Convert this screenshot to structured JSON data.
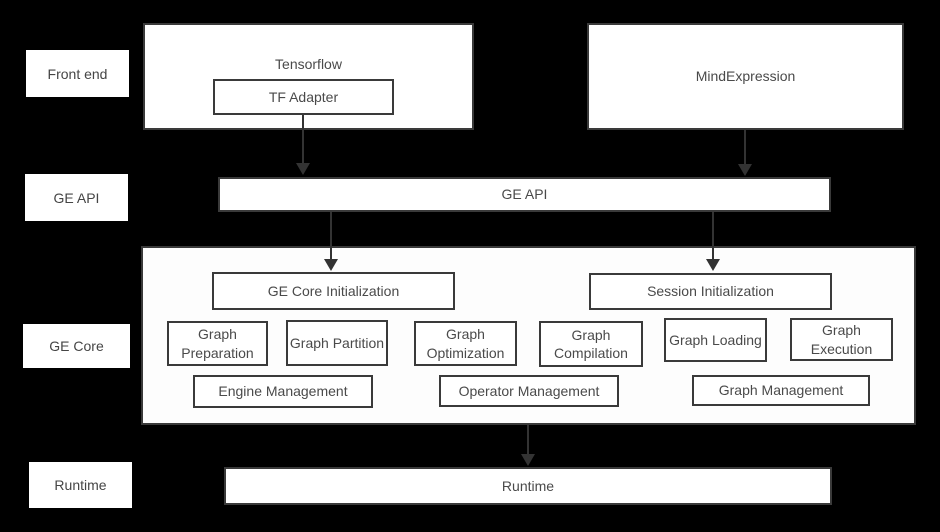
{
  "theme": {
    "background": "#000000",
    "box_fill": "#ffffff",
    "border_color": "#3a3a3a",
    "text_color": "#4a4a4a",
    "arrow_color": "#333333"
  },
  "side_labels": {
    "front_end": "Front end",
    "ge_api": "GE API",
    "ge_core": "GE Core",
    "runtime": "Runtime"
  },
  "front_end": {
    "tensorflow": "Tensorflow",
    "tf_adapter": "TF Adapter",
    "mind_expression": "MindExpression"
  },
  "ge_api": {
    "label": "GE API"
  },
  "ge_core": {
    "ge_core_initialization": "GE Core Initialization",
    "session_initialization": "Session Initialization",
    "stages": [
      "Graph Preparation",
      "Graph Partition",
      "Graph Optimization",
      "Graph Compilation",
      "Graph Loading",
      "Graph Execution"
    ],
    "management": [
      "Engine Management",
      "Operator Management",
      "Graph Management"
    ]
  },
  "runtime": {
    "label": "Runtime"
  }
}
